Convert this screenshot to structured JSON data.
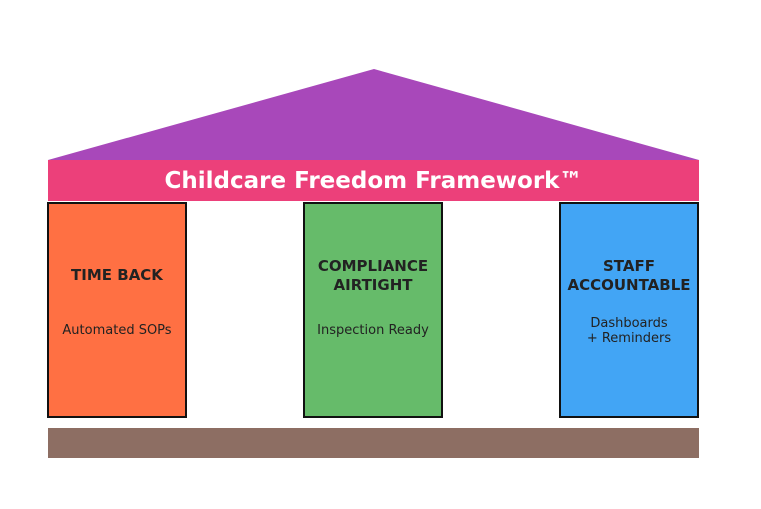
{
  "title": "Childcare Freedom Framework™",
  "colors": {
    "roof": "#A848BA",
    "banner": "#EC407A",
    "base": "#8D6E63"
  },
  "pillars": [
    {
      "title": "TIME BACK",
      "subtitle": "Automated SOPs",
      "color": "#FF7043"
    },
    {
      "title": "COMPLIANCE\nAIRTIGHT",
      "subtitle": "Inspection Ready",
      "color": "#66BB6A"
    },
    {
      "title": "STAFF\nACCOUNTABLE",
      "subtitle": "Dashboards\n+ Reminders",
      "color": "#42A5F5"
    }
  ]
}
